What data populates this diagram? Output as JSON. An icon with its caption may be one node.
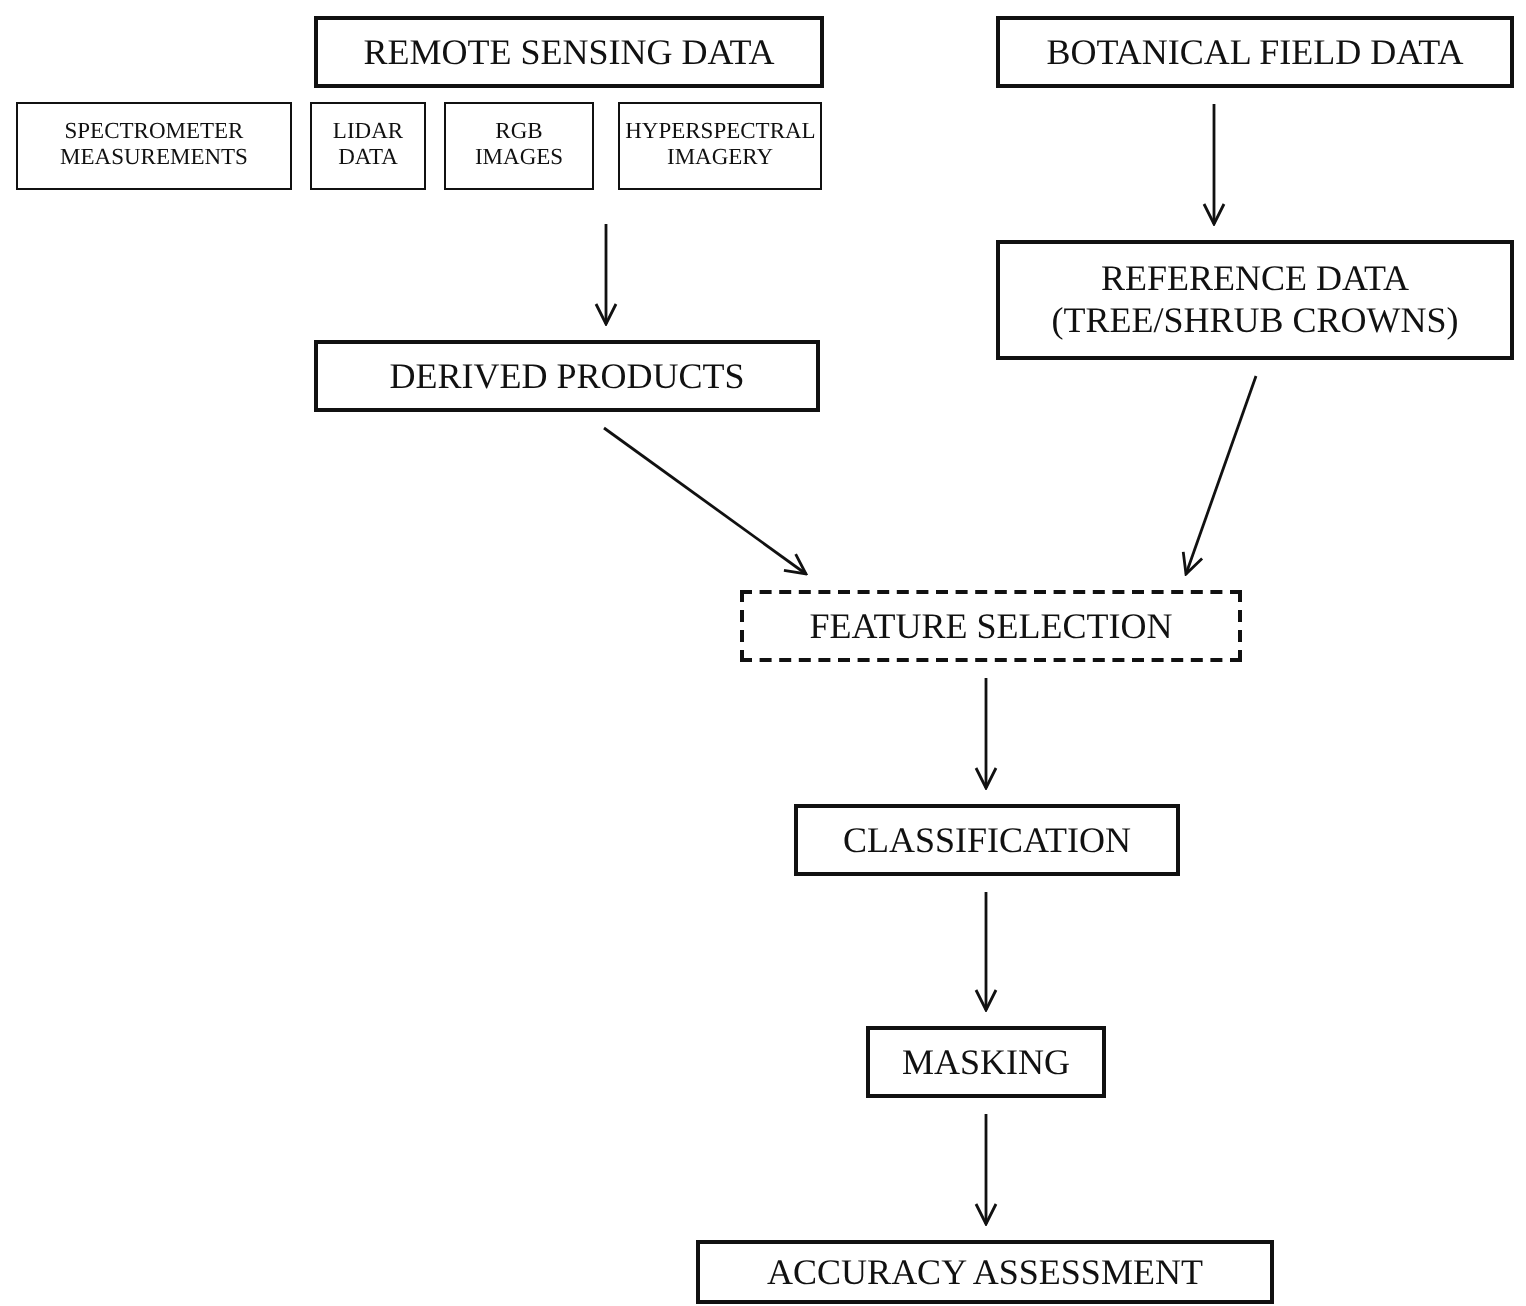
{
  "diagram": {
    "nodes": [
      {
        "text": [
          "REMOTE SENSING DATA"
        ]
      },
      {
        "text": [
          "SPECTROMETER MEASUREMENTS"
        ]
      },
      {
        "text": [
          "LIDAR DATA"
        ]
      },
      {
        "text": [
          "RGB IMAGES"
        ]
      },
      {
        "text": [
          "HYPERSPECTRAL IMAGERY"
        ]
      },
      {
        "text": [
          "DERIVED PRODUCTS"
        ]
      },
      {
        "text": [
          "BOTANICAL FIELD DATA"
        ]
      },
      {
        "text": [
          "REFERENCE DATA (TREE/SHRUB CROWNS)"
        ]
      },
      {
        "text": [
          "FEATURE SELECTION"
        ]
      },
      {
        "text": [
          "CLASSIFICATION"
        ]
      },
      {
        "text": [
          "MASKING"
        ]
      },
      {
        "text": [
          "ACCURACY ASSESSMENT"
        ]
      }
    ],
    "edges": [
      {
        "from": null,
        "to": 5,
        "arrow": "to"
      },
      {
        "from": 6,
        "to": 7,
        "arrow": "to"
      },
      {
        "from": 5,
        "to": 8,
        "arrow": "to"
      },
      {
        "from": 7,
        "to": 8,
        "arrow": "to"
      },
      {
        "from": 8,
        "to": 9,
        "arrow": "to"
      },
      {
        "from": 9,
        "to": 10,
        "arrow": "to"
      },
      {
        "from": 10,
        "to": 11,
        "arrow": "to"
      }
    ]
  }
}
